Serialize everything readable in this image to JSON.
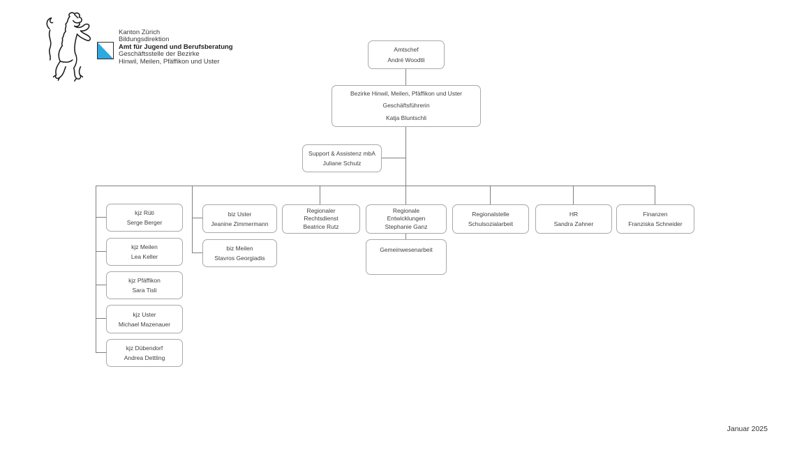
{
  "header": {
    "line1": "Kanton Zürich",
    "line2": "Bildungsdirektion",
    "line3": "Amt für Jugend und Berufsberatung",
    "line4": "Geschäftsstelle der Bezirke",
    "line5": "Hinwil, Meilen, Pfäffikon und Uster"
  },
  "logo": {
    "lion_icon": "zurich-lion-crest",
    "flag_icon": "zurich-canton-flag",
    "flag_blue": "#2ea8e0"
  },
  "footer": {
    "date": "Januar 2025"
  },
  "colors": {
    "connector_line": "#7f7f7f",
    "box_border": "#a8a8a8",
    "text": "#404040"
  },
  "chart_nodes": {
    "amtschef": {
      "role": "Amtschef",
      "person": "André Woodtli"
    },
    "geschaeftsstelle": {
      "unit": "Bezirke Hinwil, Meilen, Pfäffikon und Uster",
      "role": "Geschäftsführerin",
      "person": "Katja Bluntschli"
    },
    "support": {
      "unit": "Support & Assistenz mbA",
      "person": "Juliane Schulz"
    },
    "kjz_rueti": {
      "unit": "kjz Rüti",
      "person": "Serge Berger"
    },
    "kjz_meilen": {
      "unit": "kjz Meilen",
      "person": "Lea Keller"
    },
    "kjz_pfaeffikon": {
      "unit": "kjz Pfäffikon",
      "person": "Sara Tisli"
    },
    "kjz_uster": {
      "unit": "kjz Uster",
      "person": "Michael Mazenauer"
    },
    "kjz_duebendorf": {
      "unit": "kjz Dübendorf",
      "person": "Andrea Dettling"
    },
    "biz_uster": {
      "unit": "biz Uster",
      "person": "Jeanine Zimmermann"
    },
    "biz_meilen": {
      "unit": "biz Meilen",
      "person": "Stavros Georgiadis"
    },
    "rechtsdienst": {
      "unit_line1": "Regionaler",
      "unit_line2": "Rechtsdienst",
      "person": "Beatrice Rutz"
    },
    "entwicklungen": {
      "unit_line1": "Regionale",
      "unit_line2": "Entwicklungen",
      "person": "Stephanie Ganz"
    },
    "gemeinwesenarbeit": {
      "unit": "Gemeinwesenarbeit"
    },
    "regionalstelle": {
      "unit_line1": "Regionalstelle",
      "unit_line2": "Schulsozialarbeit"
    },
    "hr": {
      "unit": "HR",
      "person": "Sandra Zahner"
    },
    "finanzen": {
      "unit": "Finanzen",
      "person": "Franziska Schneider"
    }
  }
}
